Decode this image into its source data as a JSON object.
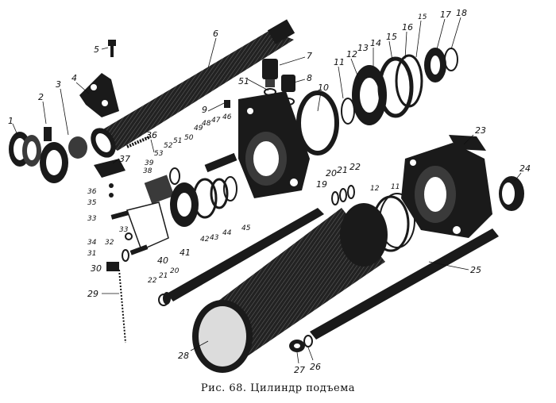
{
  "figure": {
    "caption": "Рис. 68. Цилиндр подъема"
  },
  "callouts": [
    "1",
    "2",
    "3",
    "4",
    "5",
    "6",
    "7",
    "8",
    "9",
    "10",
    "11",
    "12",
    "13",
    "14",
    "15",
    "15",
    "16",
    "17",
    "18",
    "19",
    "20",
    "21",
    "22",
    "23",
    "24",
    "25",
    "26",
    "27",
    "28",
    "29",
    "30",
    "31",
    "32",
    "33",
    "33",
    "34",
    "35",
    "36",
    "36",
    "37",
    "38",
    "39",
    "40",
    "41",
    "42",
    "43",
    "44",
    "45",
    "46",
    "47",
    "48",
    "49",
    "50",
    "51",
    "51",
    "52",
    "53",
    "11",
    "12",
    "22",
    "21",
    "20"
  ]
}
